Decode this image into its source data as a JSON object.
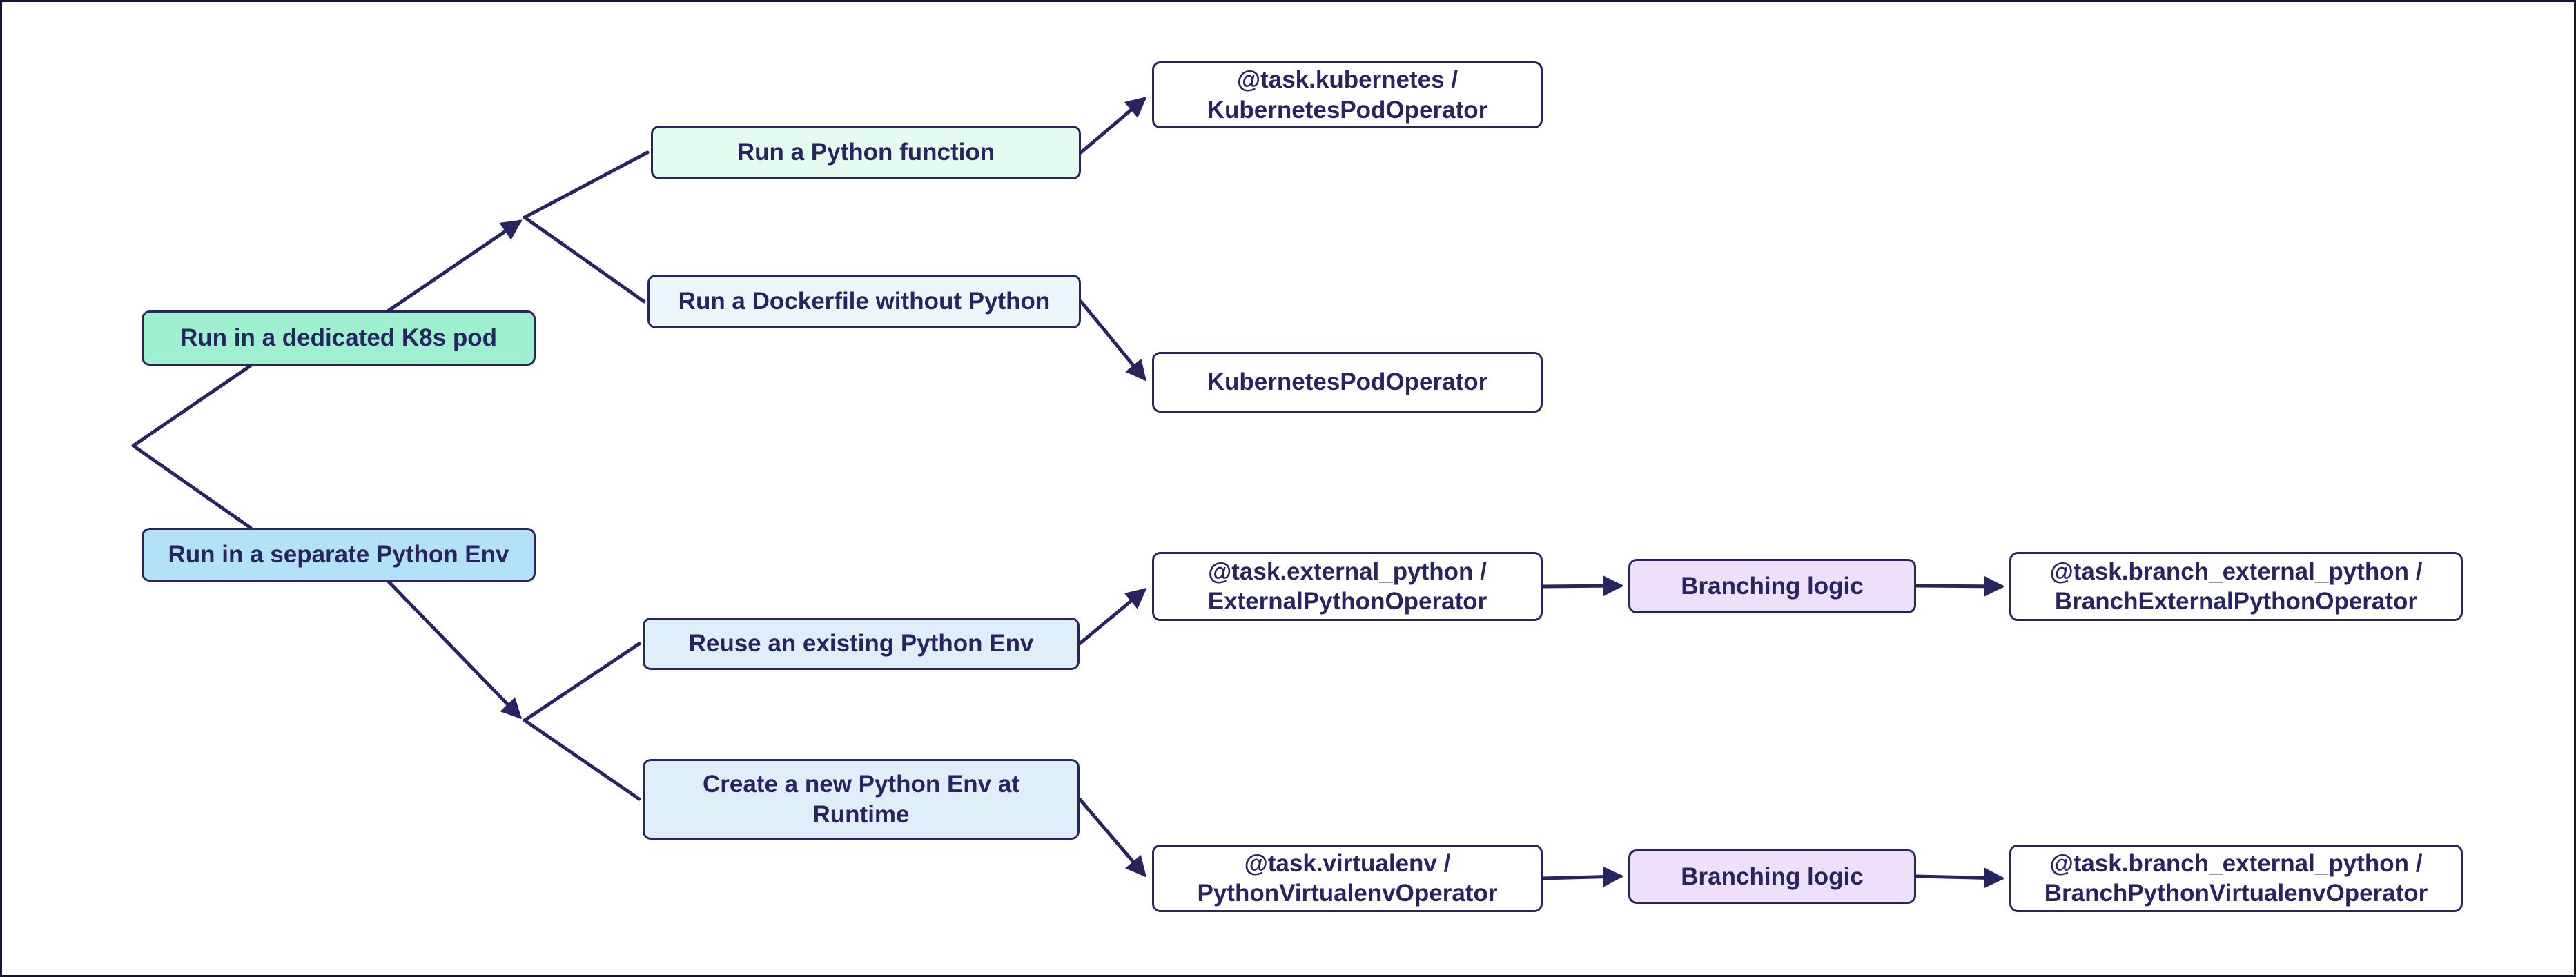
{
  "diagram": {
    "description": "Decision tree for choosing how to run Python tasks (Airflow operators)",
    "palette": {
      "accent_navy": "#282460",
      "mint_green": "#9ff0d1",
      "light_mint": "#e3fbf1",
      "pale_cyan": "#ecf7fb",
      "light_blue": "#b3e1f7",
      "pale_blue": "#deeffa",
      "lavender": "#eee0fb",
      "white": "#ffffff",
      "background": "#ffffff"
    },
    "nodes": {
      "dedicated_k8s_pod": {
        "label": "Run in a dedicated K8s pod",
        "fill": "#9ff0d1"
      },
      "separate_python_env": {
        "label": "Run in a separate Python Env",
        "fill": "#b3e1f7"
      },
      "run_python_function": {
        "label": "Run a Python function",
        "fill": "#e3fbf1"
      },
      "run_dockerfile_without_python": {
        "label": "Run a Dockerfile without Python",
        "fill": "#ecf7fb"
      },
      "task_kubernetes": {
        "label": "@task.kubernetes /\nKubernetesPodOperator",
        "fill": "#ffffff"
      },
      "kubernetes_pod_operator": {
        "label": "KubernetesPodOperator",
        "fill": "#ffffff"
      },
      "reuse_existing_python_env": {
        "label": "Reuse an existing Python Env",
        "fill": "#deeffa"
      },
      "create_new_python_env": {
        "label": "Create a new Python Env at\nRuntime",
        "fill": "#deeffa"
      },
      "task_external_python": {
        "label": "@task.external_python /\nExternalPythonOperator",
        "fill": "#ffffff"
      },
      "branching_logic_top": {
        "label": "Branching logic",
        "fill": "#eee0fb"
      },
      "task_branch_external_python": {
        "label": "@task.branch_external_python /\nBranchExternalPythonOperator",
        "fill": "#ffffff"
      },
      "task_virtualenv": {
        "label": "@task.virtualenv /\nPythonVirtualenvOperator",
        "fill": "#ffffff"
      },
      "branching_logic_bottom": {
        "label": "Branching logic",
        "fill": "#eee0fb"
      },
      "task_branch_virtualenv": {
        "label": "@task.branch_external_python /\nBranchPythonVirtualenvOperator",
        "fill": "#ffffff"
      }
    },
    "edges": [
      {
        "from": "root",
        "to": "dedicated_k8s_pod"
      },
      {
        "from": "root",
        "to": "separate_python_env"
      },
      {
        "from": "dedicated_k8s_pod",
        "to": "run_python_function"
      },
      {
        "from": "dedicated_k8s_pod",
        "to": "run_dockerfile_without_python"
      },
      {
        "from": "run_python_function",
        "to": "task_kubernetes"
      },
      {
        "from": "run_dockerfile_without_python",
        "to": "kubernetes_pod_operator"
      },
      {
        "from": "separate_python_env",
        "to": "reuse_existing_python_env"
      },
      {
        "from": "separate_python_env",
        "to": "create_new_python_env"
      },
      {
        "from": "reuse_existing_python_env",
        "to": "task_external_python"
      },
      {
        "from": "task_external_python",
        "to": "branching_logic_top"
      },
      {
        "from": "branching_logic_top",
        "to": "task_branch_external_python"
      },
      {
        "from": "create_new_python_env",
        "to": "task_virtualenv"
      },
      {
        "from": "task_virtualenv",
        "to": "branching_logic_bottom"
      },
      {
        "from": "branching_logic_bottom",
        "to": "task_branch_virtualenv"
      }
    ]
  }
}
